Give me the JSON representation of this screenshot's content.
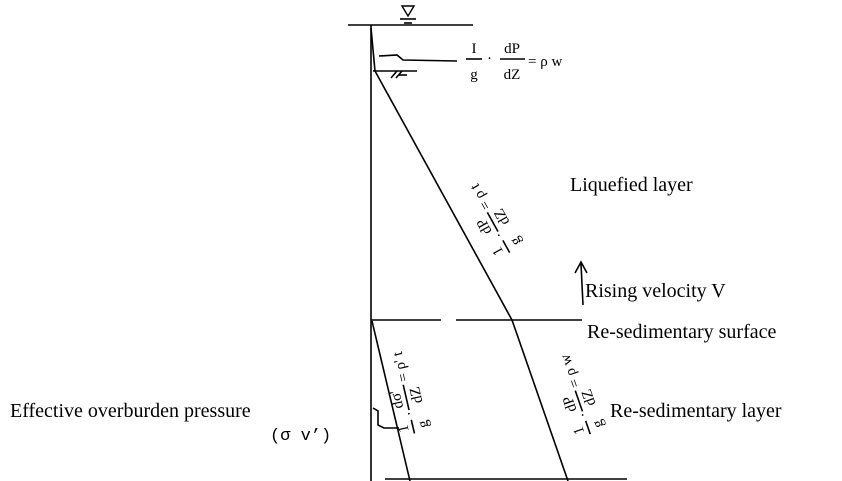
{
  "labels": {
    "liquefied_layer": "Liquefied layer",
    "rising_velocity": "Rising velocity V",
    "resedimentary_surface": "Re-sedimentary surface",
    "resedimentary_layer": "Re-sedimentary layer",
    "effective_overburden": "Effective overburden pressure",
    "sigma_v": "(σ v’)"
  },
  "equations": {
    "top": {
      "one": "I",
      "g": "g",
      "dP": "dP",
      "dZ": "dZ",
      "rhs": "= ρ w"
    },
    "liquefied": {
      "one": "1",
      "g": "g",
      "dP": "dP",
      "dZ": "dZ",
      "rhs": "= ρ t"
    },
    "resed_effective": {
      "one": "1",
      "g": "g",
      "dP": "dσ'",
      "dZ": "dZ",
      "rhs": "= ρ' t"
    },
    "resed_water": {
      "one": "1",
      "g": "g",
      "dP": "dP",
      "dZ": "dZ",
      "rhs": "= ρ w"
    }
  },
  "icons": [
    "water-table-triangle-icon",
    "ground-hatch-icon",
    "rising-arrow-icon"
  ]
}
